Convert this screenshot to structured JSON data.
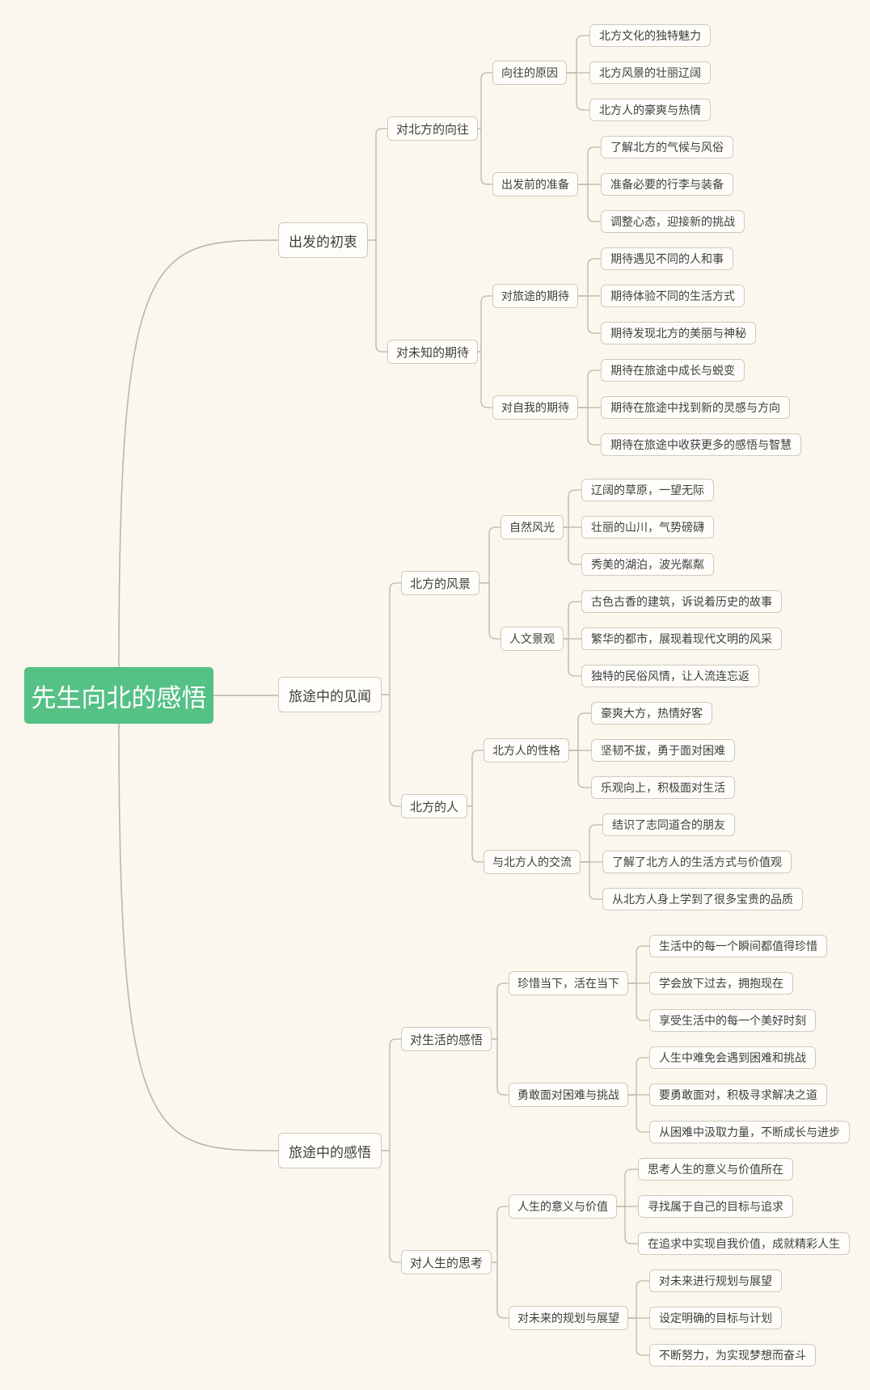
{
  "root": "先生向北的感悟",
  "branches": [
    {
      "label": "出发的初衷",
      "children": [
        {
          "label": "对北方的向往",
          "children": [
            {
              "label": "向往的原因",
              "children": [
                "北方文化的独特魅力",
                "北方风景的壮丽辽阔",
                "北方人的豪爽与热情"
              ]
            },
            {
              "label": "出发前的准备",
              "children": [
                "了解北方的气候与风俗",
                "准备必要的行李与装备",
                "调整心态，迎接新的挑战"
              ]
            }
          ]
        },
        {
          "label": "对未知的期待",
          "children": [
            {
              "label": "对旅途的期待",
              "children": [
                "期待遇见不同的人和事",
                "期待体验不同的生活方式",
                "期待发现北方的美丽与神秘"
              ]
            },
            {
              "label": "对自我的期待",
              "children": [
                "期待在旅途中成长与蜕变",
                "期待在旅途中找到新的灵感与方向",
                "期待在旅途中收获更多的感悟与智慧"
              ]
            }
          ]
        }
      ]
    },
    {
      "label": "旅途中的见闻",
      "children": [
        {
          "label": "北方的风景",
          "children": [
            {
              "label": "自然风光",
              "children": [
                "辽阔的草原，一望无际",
                "壮丽的山川，气势磅礴",
                "秀美的湖泊，波光粼粼"
              ]
            },
            {
              "label": "人文景观",
              "children": [
                "古色古香的建筑，诉说着历史的故事",
                "繁华的都市，展现着现代文明的风采",
                "独特的民俗风情，让人流连忘返"
              ]
            }
          ]
        },
        {
          "label": "北方的人",
          "children": [
            {
              "label": "北方人的性格",
              "children": [
                "豪爽大方，热情好客",
                "坚韧不拔，勇于面对困难",
                "乐观向上，积极面对生活"
              ]
            },
            {
              "label": "与北方人的交流",
              "children": [
                "结识了志同道合的朋友",
                "了解了北方人的生活方式与价值观",
                "从北方人身上学到了很多宝贵的品质"
              ]
            }
          ]
        }
      ]
    },
    {
      "label": "旅途中的感悟",
      "children": [
        {
          "label": "对生活的感悟",
          "children": [
            {
              "label": "珍惜当下，活在当下",
              "children": [
                "生活中的每一个瞬间都值得珍惜",
                "学会放下过去，拥抱现在",
                "享受生活中的每一个美好时刻"
              ]
            },
            {
              "label": "勇敢面对困难与挑战",
              "children": [
                "人生中难免会遇到困难和挑战",
                "要勇敢面对，积极寻求解决之道",
                "从困难中汲取力量，不断成长与进步"
              ]
            }
          ]
        },
        {
          "label": "对人生的思考",
          "children": [
            {
              "label": "人生的意义与价值",
              "children": [
                "思考人生的意义与价值所在",
                "寻找属于自己的目标与追求",
                "在追求中实现自我价值，成就精彩人生"
              ]
            },
            {
              "label": "对未来的规划与展望",
              "children": [
                "对未来进行规划与展望",
                "设定明确的目标与计划",
                "不断努力，为实现梦想而奋斗"
              ]
            }
          ]
        }
      ]
    }
  ],
  "colors": {
    "background": "#fbf7ef",
    "root_fill": "#55c185",
    "line": "#bdb5a8",
    "node_border": "#cfc9bd"
  }
}
